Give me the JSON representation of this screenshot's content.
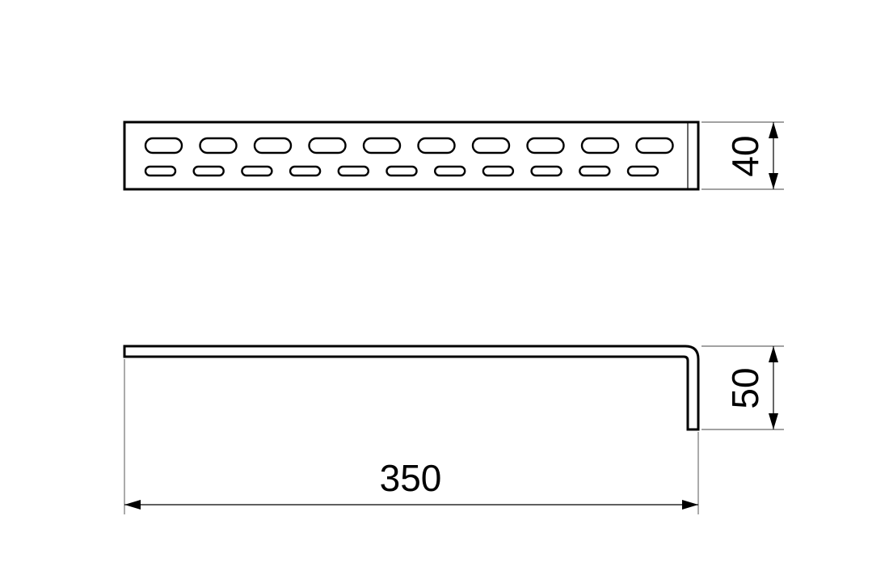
{
  "drawing": {
    "top_view": {
      "upper_slot_count": 10,
      "lower_slot_count": 11,
      "height_dimension": "40"
    },
    "side_view": {
      "flange_dimension": "50",
      "length_dimension": "350"
    }
  }
}
